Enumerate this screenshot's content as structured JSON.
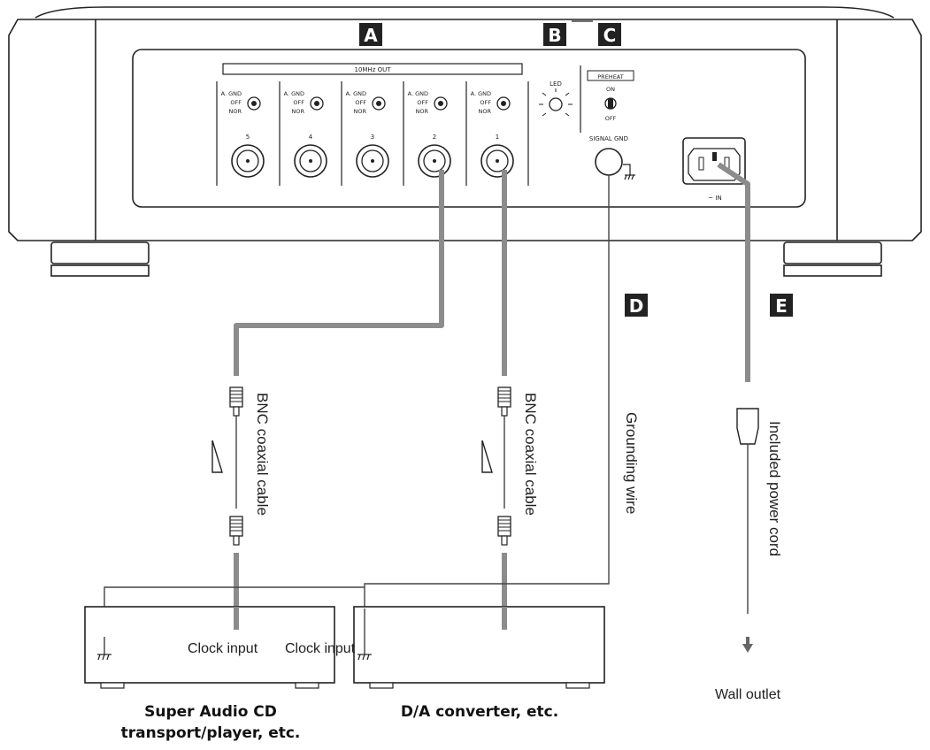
{
  "markers": {
    "a": "A",
    "b": "B",
    "c": "C",
    "d": "D",
    "e": "E"
  },
  "panel": {
    "out_title": "10MHz OUT",
    "switch_labels": [
      "A. GND",
      "OFF",
      "NOR"
    ],
    "jack_numbers": [
      "5",
      "4",
      "3",
      "2",
      "1"
    ],
    "led_label": "LED",
    "preheat_title": "PREHEAT",
    "preheat_on": "ON",
    "preheat_off": "OFF",
    "signal_gnd": "SIGNAL GND",
    "ac_in": "~ IN"
  },
  "cables": {
    "bnc_left": "BNC coaxial cable",
    "bnc_right": "BNC coaxial cable",
    "ground": "Grounding wire",
    "power": "Included power cord"
  },
  "devices": {
    "left_input": "Clock input",
    "right_input": "Clock input",
    "left_name_line1": "Super Audio CD",
    "left_name_line2": "transport/player, etc.",
    "right_name": "D/A converter, etc.",
    "outlet": "Wall outlet"
  },
  "colors": {
    "cable": "#8c8c8c",
    "line": "#222222",
    "marker": "#222222"
  }
}
